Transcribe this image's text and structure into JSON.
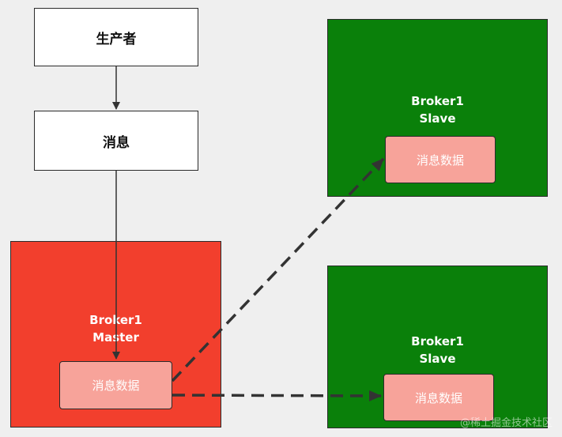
{
  "producer": {
    "label": "生产者"
  },
  "message": {
    "label": "消息"
  },
  "master": {
    "line1": "Broker1",
    "line2": "Master",
    "data_label": "消息数据"
  },
  "slave_top": {
    "line1": "Broker1",
    "line2": "Slave",
    "data_label": "消息数据"
  },
  "slave_bottom": {
    "line1": "Broker1",
    "line2": "Slave",
    "data_label": "消息数据"
  },
  "watermark": "@稀土掘金技术社区",
  "colors": {
    "master": "#f23f2d",
    "slave": "#0a800a",
    "data": "#f7a39a",
    "background": "#efefef"
  }
}
